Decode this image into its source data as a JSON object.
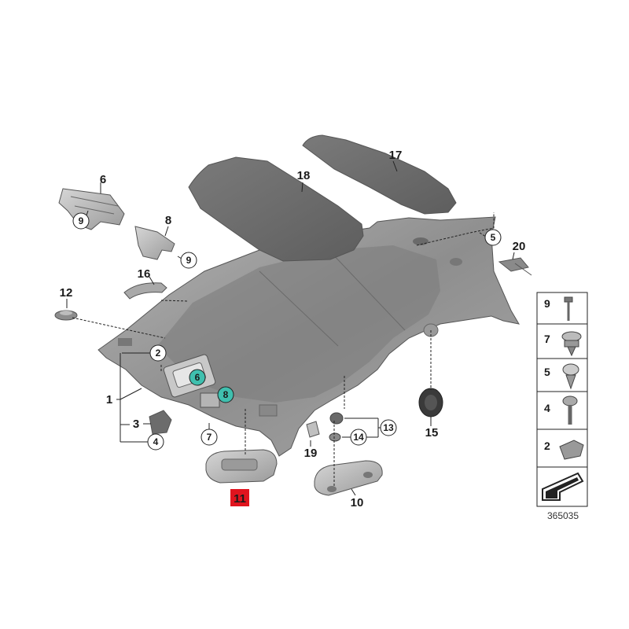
{
  "labels": {
    "p1": "1",
    "p2": "2",
    "p3": "3",
    "p4": "4",
    "p5": "5",
    "p6": "6",
    "p6b": "6",
    "p7": "7",
    "p8": "8",
    "p8b": "8",
    "p9a": "9",
    "p9b": "9",
    "p10": "10",
    "p11": "11",
    "p12": "12",
    "p13": "13",
    "p14": "14",
    "p15": "15",
    "p16": "16",
    "p17": "17",
    "p18": "18",
    "p19": "19",
    "p20": "20"
  },
  "legend": {
    "rows": [
      "9",
      "7",
      "5",
      "4",
      "2"
    ]
  },
  "reference_number": "365035",
  "colors": {
    "headliner": "#8c8c8c",
    "panel": "#6e6e6e",
    "teal_marker": "#3fbfae",
    "red_marker": "#e0141e"
  }
}
